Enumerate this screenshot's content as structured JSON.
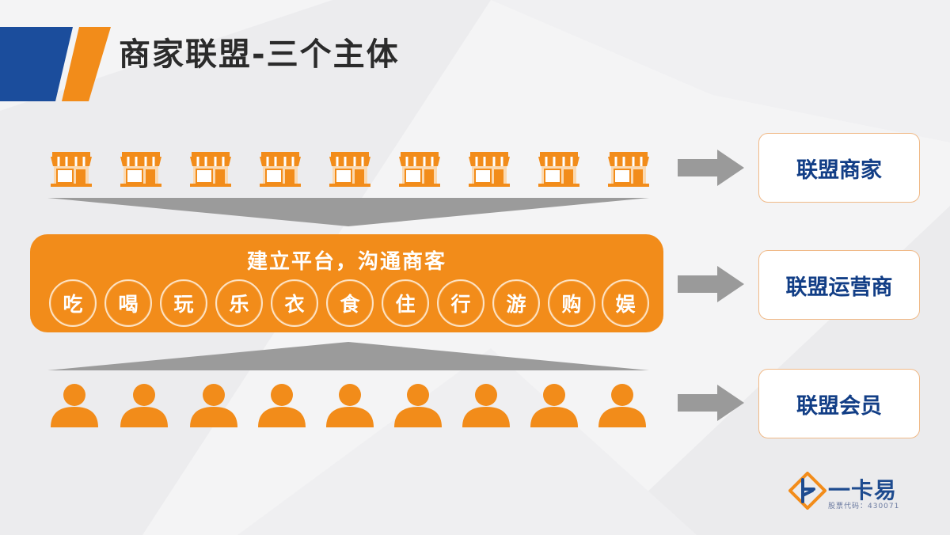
{
  "title": "商家联盟-三个主体",
  "platform": {
    "title": "建立平台，沟通商客",
    "categories": [
      "吃",
      "喝",
      "玩",
      "乐",
      "衣",
      "食",
      "住",
      "行",
      "游",
      "购",
      "娱"
    ]
  },
  "roles": [
    "联盟商家",
    "联盟运营商",
    "联盟会员"
  ],
  "logo": {
    "name": "一卡易",
    "subtitle": "股票代码：430071"
  },
  "colors": {
    "orange": "#f28c1a",
    "blue": "#1b4d9c",
    "gray_arrow": "#9a9a9a",
    "role_text": "#123e86"
  },
  "icons": {
    "store": "storefront-icon",
    "person": "person-icon",
    "arrow": "right-arrow-icon"
  }
}
